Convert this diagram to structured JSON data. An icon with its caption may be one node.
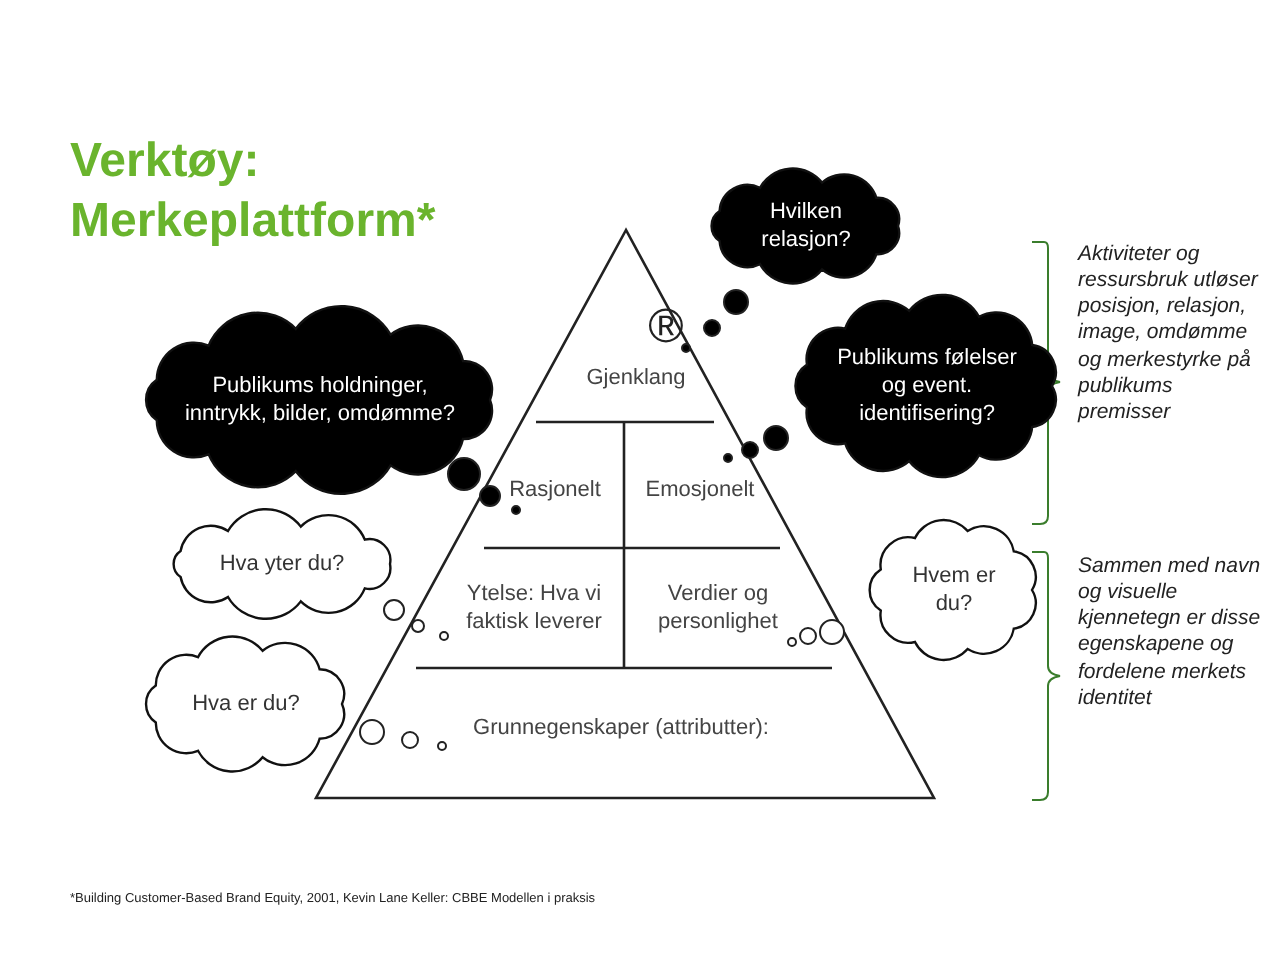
{
  "diagram": {
    "title": "Verktøy: Merkeplattform*",
    "caption": "*Building Customer-Based Brand Equity, 2001, Kevin Lane Keller: CBBE Modellen i praksis",
    "nodes": [
      {
        "text": [
          "®",
          "Gjenklang"
        ]
      },
      {
        "text": [
          "Rasjonelt"
        ]
      },
      {
        "text": [
          "Emosjonelt"
        ]
      },
      {
        "text": [
          "Ytelse: Hva vi faktisk leverer"
        ]
      },
      {
        "text": [
          "Verdier og personlighet"
        ]
      },
      {
        "text": [
          "Grunnegenskaper (attributter):"
        ]
      },
      {
        "text": [
          "Hvilken relasjon?"
        ]
      },
      {
        "text": [
          "Publikums holdninger, inntrykk, bilder, omdømme?"
        ]
      },
      {
        "text": [
          "Publikums følelser og event. identifisering?"
        ]
      },
      {
        "text": [
          "Hva yter du?"
        ]
      },
      {
        "text": [
          "Hvem er du?"
        ]
      },
      {
        "text": [
          "Hva er du?"
        ]
      }
    ],
    "labels": [
      "Aktiviteter og ressursbruk utløser posisjon, relasjon, image, omdømme og merkestyrke på publikums premisser",
      "Sammen med navn og visuelle kjennetegn er disse egenskapene og fordelene merkets identitet"
    ]
  }
}
